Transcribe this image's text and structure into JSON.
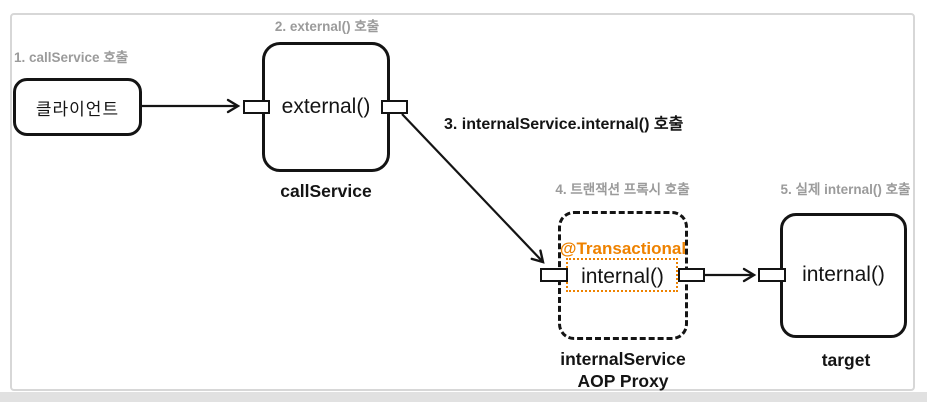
{
  "colors": {
    "accent_orange": "#ee8200",
    "step_label_gray": "#9b9b9b",
    "line_black": "#141414",
    "frame_border": "#d7d7d7",
    "bottom_strip": "#e1e1e1"
  },
  "diagram": {
    "steps": {
      "step1": "1. callService 호출",
      "step2": "2. external() 호출",
      "step3": "3. internalService.internal() 호출",
      "step4": "4. 트랜잭션 프록시 호출",
      "step5": "5. 실제 internal() 호출"
    },
    "client": {
      "label": "클라이언트"
    },
    "call_service": {
      "method": "external()",
      "caption": "callService"
    },
    "aop_proxy": {
      "annotation": "@Transactional",
      "method": "internal()",
      "caption_line1": "internalService",
      "caption_line2": "AOP Proxy"
    },
    "target": {
      "method": "internal()",
      "caption": "target"
    }
  }
}
